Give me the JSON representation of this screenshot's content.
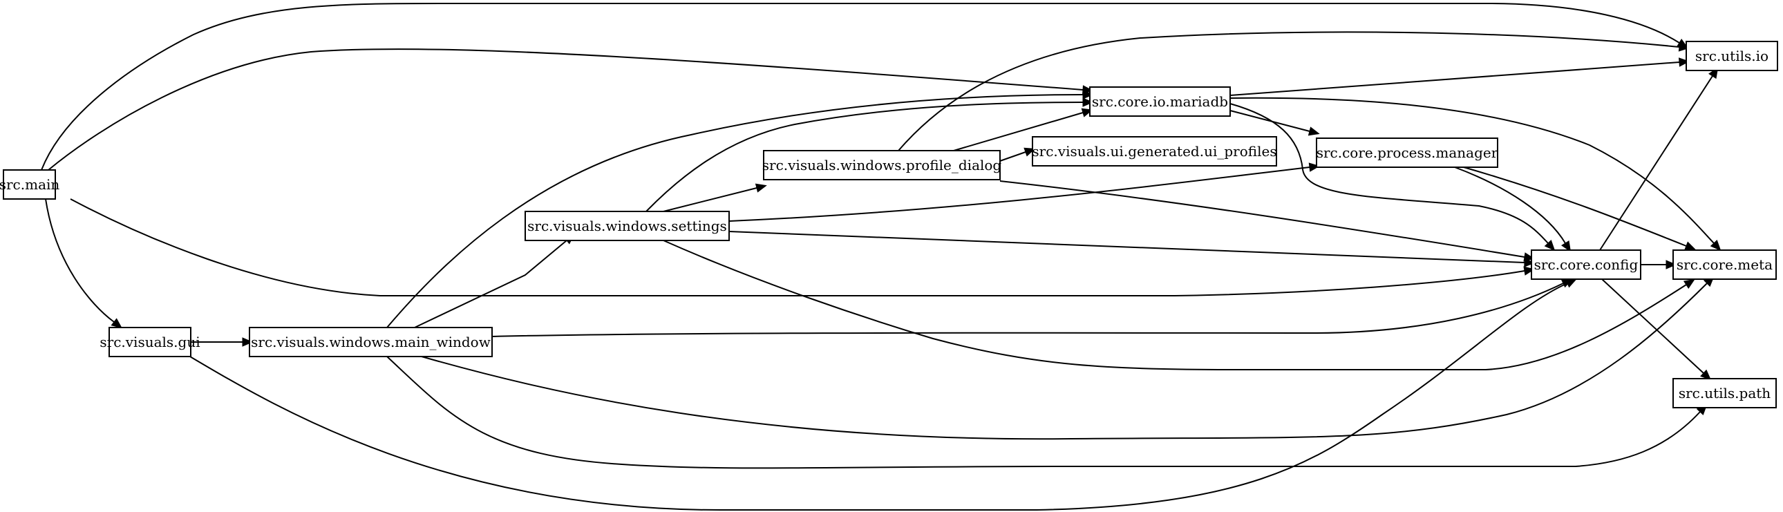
{
  "diagram": {
    "type": "dependency-graph",
    "colors": {
      "stroke": "#000000",
      "fill": "#ffffff"
    },
    "nodes": [
      {
        "id": "main",
        "label": "src.main"
      },
      {
        "id": "gui",
        "label": "src.visuals.gui"
      },
      {
        "id": "main_window",
        "label": "src.visuals.windows.main_window"
      },
      {
        "id": "settings",
        "label": "src.visuals.windows.settings"
      },
      {
        "id": "profile_dialog",
        "label": "src.visuals.windows.profile_dialog"
      },
      {
        "id": "ui_profiles",
        "label": "src.visuals.ui.generated.ui_profiles"
      },
      {
        "id": "mariadb",
        "label": "src.core.io.mariadb"
      },
      {
        "id": "process_manager",
        "label": "src.core.process.manager"
      },
      {
        "id": "config",
        "label": "src.core.config"
      },
      {
        "id": "meta",
        "label": "src.core.meta"
      },
      {
        "id": "utils_io",
        "label": "src.utils.io"
      },
      {
        "id": "utils_path",
        "label": "src.utils.path"
      }
    ],
    "edges": [
      {
        "from": "main",
        "to": "utils_io"
      },
      {
        "from": "main",
        "to": "mariadb"
      },
      {
        "from": "main",
        "to": "gui"
      },
      {
        "from": "main",
        "to": "config"
      },
      {
        "from": "gui",
        "to": "main_window"
      },
      {
        "from": "gui",
        "to": "config"
      },
      {
        "from": "main_window",
        "to": "settings"
      },
      {
        "from": "main_window",
        "to": "mariadb"
      },
      {
        "from": "main_window",
        "to": "config"
      },
      {
        "from": "main_window",
        "to": "meta"
      },
      {
        "from": "main_window",
        "to": "utils_path"
      },
      {
        "from": "settings",
        "to": "profile_dialog"
      },
      {
        "from": "settings",
        "to": "mariadb"
      },
      {
        "from": "settings",
        "to": "process_manager"
      },
      {
        "from": "settings",
        "to": "config"
      },
      {
        "from": "settings",
        "to": "meta"
      },
      {
        "from": "profile_dialog",
        "to": "ui_profiles"
      },
      {
        "from": "profile_dialog",
        "to": "mariadb"
      },
      {
        "from": "profile_dialog",
        "to": "utils_io"
      },
      {
        "from": "profile_dialog",
        "to": "config"
      },
      {
        "from": "mariadb",
        "to": "utils_io"
      },
      {
        "from": "mariadb",
        "to": "process_manager"
      },
      {
        "from": "mariadb",
        "to": "config"
      },
      {
        "from": "mariadb",
        "to": "meta"
      },
      {
        "from": "process_manager",
        "to": "config"
      },
      {
        "from": "process_manager",
        "to": "meta"
      },
      {
        "from": "config",
        "to": "meta"
      },
      {
        "from": "config",
        "to": "utils_io"
      },
      {
        "from": "config",
        "to": "utils_path"
      }
    ]
  }
}
